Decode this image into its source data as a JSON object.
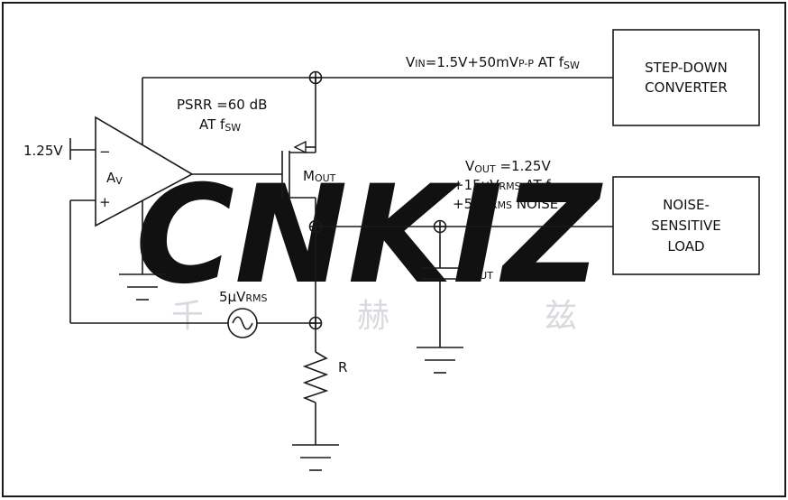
{
  "watermark": {
    "text": "CNKIZ",
    "chars": [
      "千",
      "赫",
      "兹"
    ]
  },
  "labels": {
    "vin_prefix": "V",
    "vin_in": "IN",
    "vin_mid": "=1.5V+50mV",
    "vin_pp": "P-P",
    "vin_at": " AT f",
    "vin_sw": "SW",
    "psrr_line1": "PSRR =60 dB",
    "psrr_line2_a": "AT f",
    "psrr_line2_sw": "SW",
    "ref_voltage": "1.25V",
    "minus": "−",
    "plus": "+",
    "av_a": "A",
    "av_v": "V",
    "mout_m": "M",
    "mout_out": "OUT",
    "vout_v": "V",
    "vout_out": "OUT",
    "vout_val": " =1.25V",
    "line2_a": "+15µV",
    "line2_rms": "RMS",
    "line2_b": " AT f",
    "line2_sw": "SW",
    "line3_a": "+5µV",
    "line3_rms": "RMS",
    "line3_b": " NOISE",
    "cout_c": "C",
    "cout_out": "OUT",
    "src_a": "5µV",
    "src_rms": "RMS",
    "resistor": "R"
  },
  "blocks": {
    "stepdown_line1": "STEP-DOWN",
    "stepdown_line2": "CONVERTER",
    "load_line1": "NOISE-",
    "load_line2": "SENSITIVE",
    "load_line3": "LOAD"
  },
  "colors": {
    "wire": "#1a1a1a",
    "watermark_blue": "#e3e5ee",
    "watermark_red": "#f3dede"
  }
}
